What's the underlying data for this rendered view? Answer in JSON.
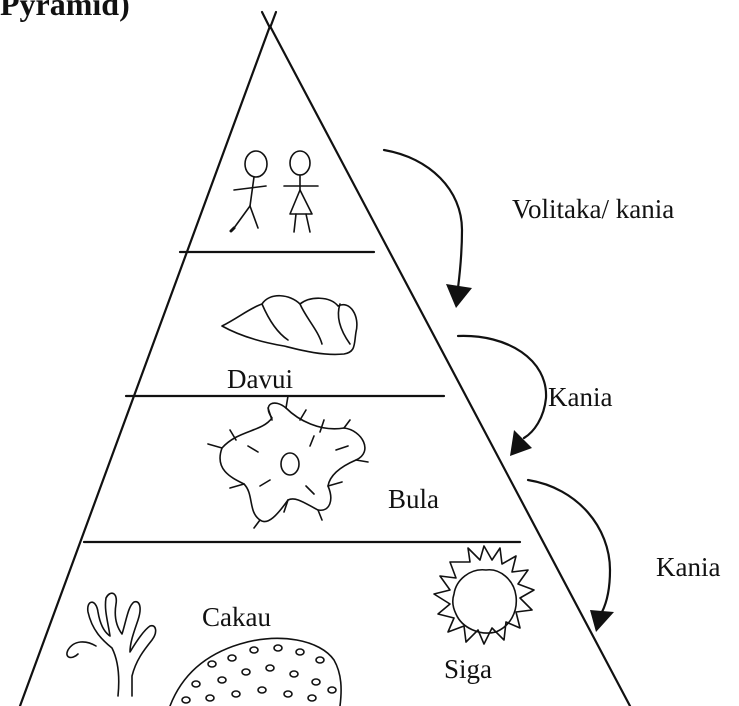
{
  "title": "Pyramid)",
  "levels": {
    "top_label": "",
    "second": "Davui",
    "third": "Bula",
    "base_producer_1": "Cakau",
    "base_producer_2": "Siga"
  },
  "arrows": [
    {
      "label": "Volitaka/ kania"
    },
    {
      "label": "Kania"
    },
    {
      "label": "Kania"
    }
  ],
  "icons": [
    "people-icon",
    "fish-icon",
    "sea-star-icon",
    "seaweed-icon",
    "coral-icon",
    "sun-icon"
  ]
}
